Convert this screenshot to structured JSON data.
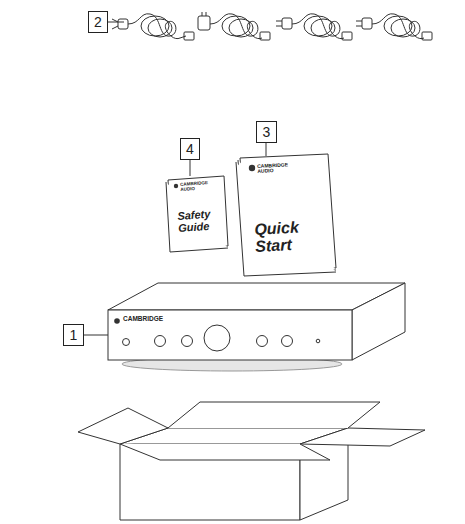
{
  "diagram": {
    "labels": [
      "2",
      "4",
      "3",
      "CAMBRIDGE AUDIO",
      "Safety Guide",
      "CAMBRIDGE AUDIO",
      "Quick Start",
      "1",
      "CAMBRIDGE"
    ]
  }
}
